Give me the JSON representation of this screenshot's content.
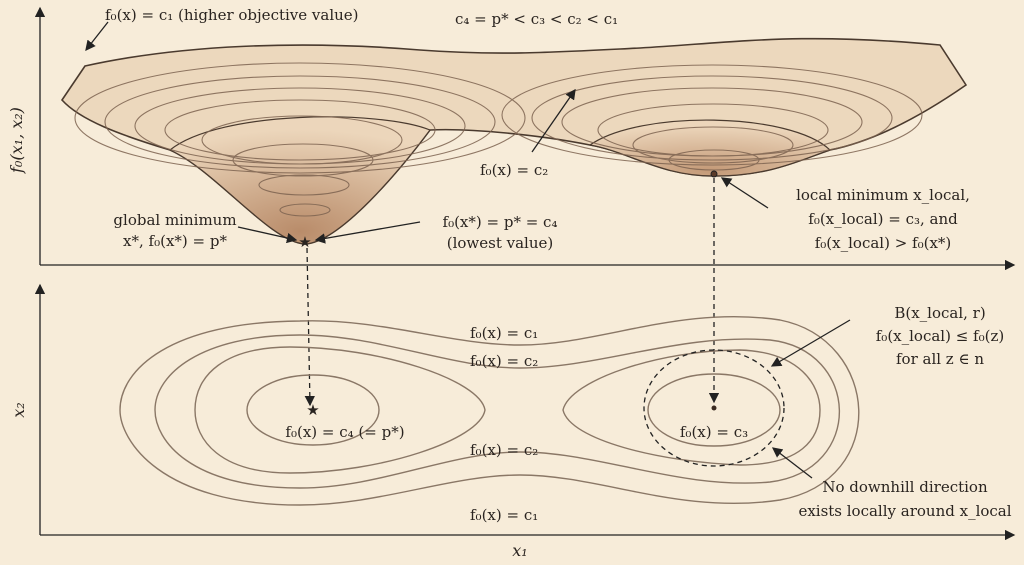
{
  "top_panel": {
    "y_axis_label": "f₀(x₁, x₂)",
    "label_c1": "f₀(x) = c₁ (higher objective value)",
    "ordering": "c₄ = p* < c₃ < c₂ < c₁",
    "label_c2": "f₀(x) = c₂",
    "global_min_line1": "global minimum",
    "global_min_line2": "x*, f₀(x*) = p*",
    "lowest_line1": "f₀(x*) = p* = c₄",
    "lowest_line2": "(lowest value)",
    "local_min_line1": "local minimum x_local,",
    "local_min_line2": "f₀(x_local) = c₃, and",
    "local_min_line3": "f₀(x_local) > f₀(x*)"
  },
  "bottom_panel": {
    "y_axis_label": "x₂",
    "x_axis_label": "x₁",
    "c1_top": "f₀(x) = c₁",
    "c2_top": "f₀(x) = c₂",
    "c2_bottom": "f₀(x) = c₂",
    "c1_bottom": "f₀(x) = c₁",
    "left_center": "f₀(x) = c₄ (= p*)",
    "right_center": "f₀(x) = c₃",
    "ball_line1": "B(x_local, r)",
    "ball_line2": "f₀(x_local) ≤ f₀(z)",
    "ball_line3": "for all z ∈ n",
    "note_line1": "No downhill direction",
    "note_line2": "exists locally around x_local"
  },
  "colors": {
    "background": "#f7ecd9",
    "surface": "#e6c9a8",
    "line": "#2a2420"
  }
}
